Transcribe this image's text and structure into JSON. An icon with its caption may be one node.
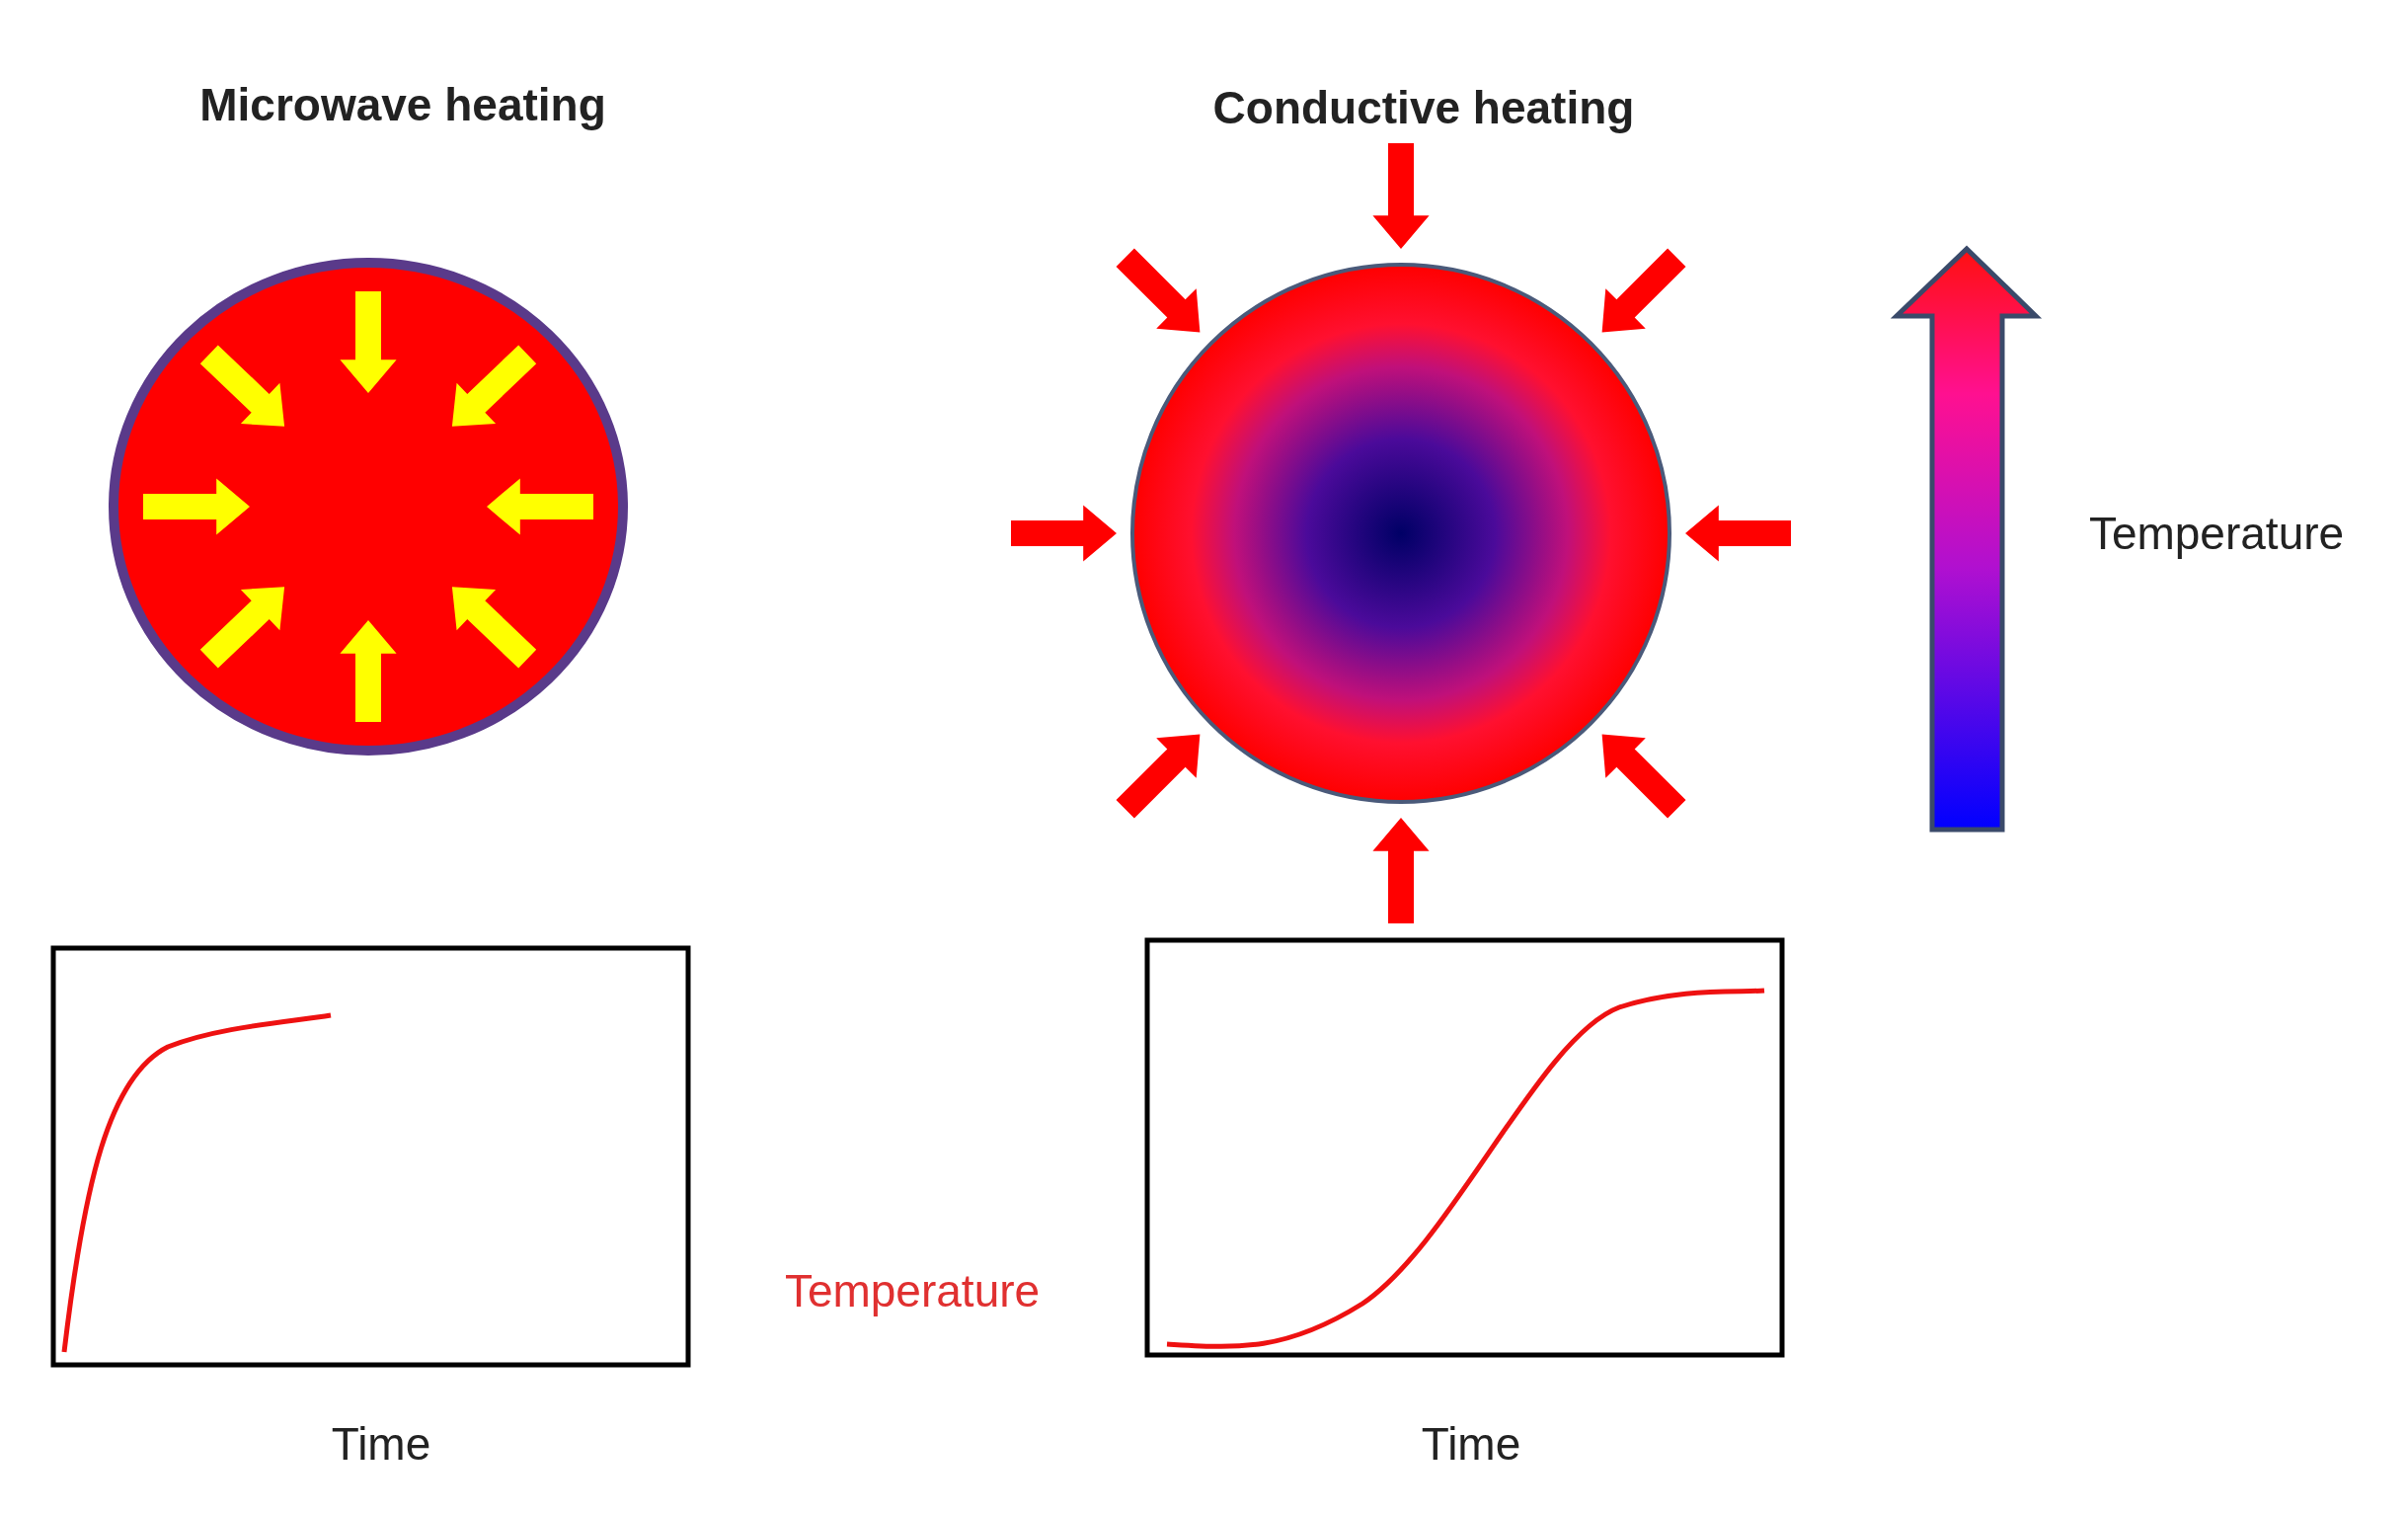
{
  "diagram": {
    "labels": [
      "Microwave heating",
      "Conductive heating",
      "Temperature",
      "Temperature",
      "Time",
      "Time"
    ]
  }
}
